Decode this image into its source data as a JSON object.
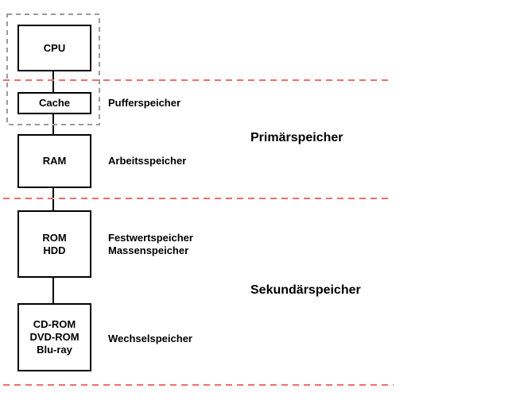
{
  "colors": {
    "separator": "#f26d6d",
    "grouping_box": "#9a9a9a",
    "box_border": "#000000",
    "text": "#000000"
  },
  "boxes": {
    "cpu": "CPU",
    "cache": "Cache",
    "ram": "RAM",
    "rom_hdd": "ROM\nHDD",
    "removable": "CD-ROM\nDVD-ROM\nBlu-ray"
  },
  "descriptions": {
    "cache": "Pufferspeicher",
    "ram": "Arbeitsspeicher",
    "rom_hdd": "Festwertspeicher\nMassenspeicher",
    "removable": "Wechselspeicher"
  },
  "levels": {
    "primary": "Primärspeicher",
    "secondary": "Sekundärspeicher"
  }
}
